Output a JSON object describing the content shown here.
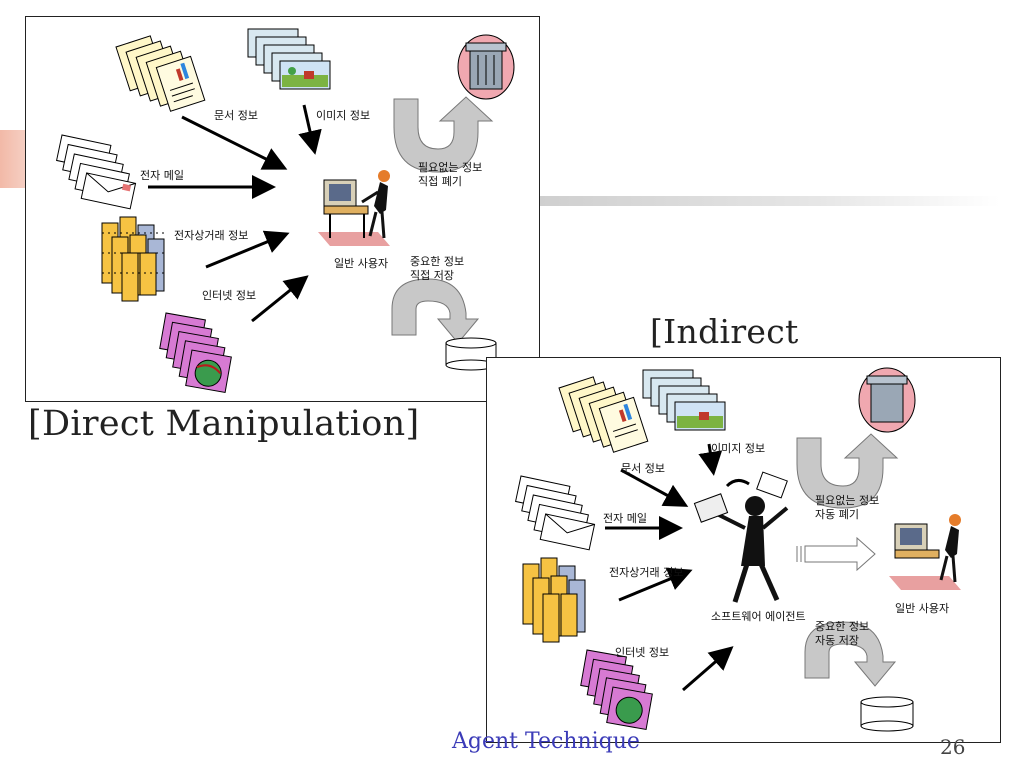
{
  "slide": {
    "footer": "Agent Technique",
    "page_number": "26"
  },
  "direct": {
    "caption": "[Direct Manipulation]",
    "labels": {
      "document": "문서 정보",
      "image": "이미지 정보",
      "email": "전자 메일",
      "ecommerce": "전자상거래 정보",
      "internet": "인터넷 정보",
      "user": "일반 사용자",
      "discard_1": "필요없는 정보",
      "discard_2": "직접 폐기",
      "save_1": "중요한 정보",
      "save_2": "직접 저장"
    }
  },
  "indirect": {
    "caption": "[Indirect Manipulation]",
    "labels": {
      "document": "문서 정보",
      "image": "이미지 정보",
      "email": "전자 메일",
      "ecommerce": "전자상거래 정보",
      "internet": "인터넷 정보",
      "agent": "소프트웨어 에이전트",
      "user": "일반 사용자",
      "discard_1": "필요없는 정보",
      "discard_2": "자동 폐기",
      "save_1": "중요한 정보",
      "save_2": "자동 저장"
    }
  },
  "icons": [
    "document-stack-icon",
    "picture-stack-icon",
    "envelope-stack-icon",
    "coin-stack-icon",
    "globe-stack-icon",
    "trash-can-icon",
    "computer-user-icon",
    "storage-cylinder-icon",
    "software-agent-icon"
  ]
}
